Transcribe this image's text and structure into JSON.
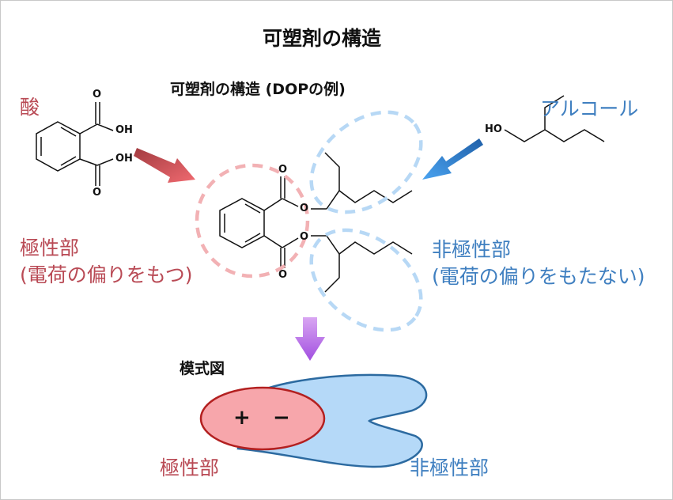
{
  "title": "可塑剤の構造",
  "subtitle": "可塑剤の構造 (DOPの例)",
  "acid_label": "酸",
  "alcohol_label": "アルコール",
  "polar_label_line1": "極性部",
  "polar_label_line2": "(電荷の偏りをもつ)",
  "nonpolar_label_line1": "非極性部",
  "nonpolar_label_line2": "(電荷の偏りをもたない)",
  "model_label": "模式図",
  "model_plus": "+",
  "model_minus": "−",
  "model_polar_label": "極性部",
  "model_nonpolar_label": "非極性部",
  "atom_labels": {
    "acid_oh_top": "OH",
    "acid_oh_bottom": "OH",
    "acid_o_top": "O",
    "acid_o_bottom": "O",
    "dop_o_top": "O",
    "dop_o_bottom": "O",
    "dop_ester_o_top": "O",
    "dop_ester_o_bottom": "O",
    "alcohol_ho": "HO"
  },
  "colors": {
    "polar_red": "#b94a55",
    "nonpolar_blue": "#3f7fc0",
    "polar_dash": "#f2b1b4",
    "nonpolar_dash": "#b7d8f5",
    "model_polar_fill": "#f7a6ab",
    "model_nonpolar_fill": "#b5d9f8",
    "down_arrow": "#b86ae6"
  }
}
